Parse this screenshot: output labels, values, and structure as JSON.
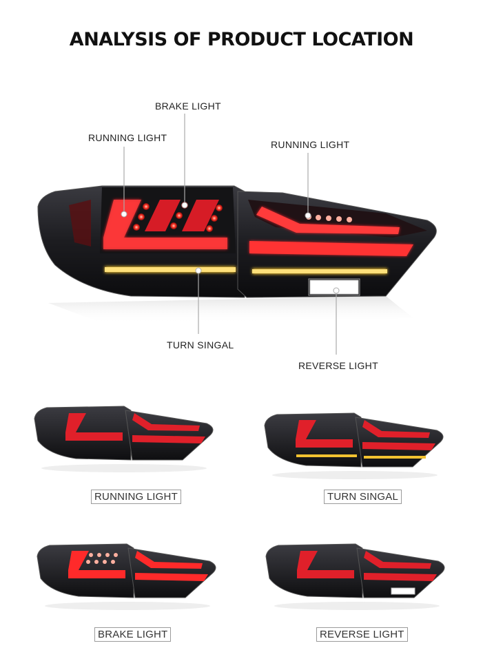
{
  "page": {
    "title": "ANALYSIS OF PRODUCT LOCATION"
  },
  "callouts": {
    "brake_light": "BRAKE LIGHT",
    "running_light_left": "RUNNING LIGHT",
    "running_light_right": "RUNNING LIGHT",
    "turn_signal": "TURN SINGAL",
    "reverse_light": "REVERSE LIGHT"
  },
  "variants": [
    {
      "label": "RUNNING LIGHT"
    },
    {
      "label": "TURN SINGAL"
    },
    {
      "label": "BRAKE LIGHT"
    },
    {
      "label": "REVERSE LIGHT"
    }
  ],
  "colors": {
    "lamp_red": "#e0202a",
    "lamp_amber": "#f2c230",
    "lamp_white": "#ffffff",
    "housing": "#1e1e22"
  }
}
